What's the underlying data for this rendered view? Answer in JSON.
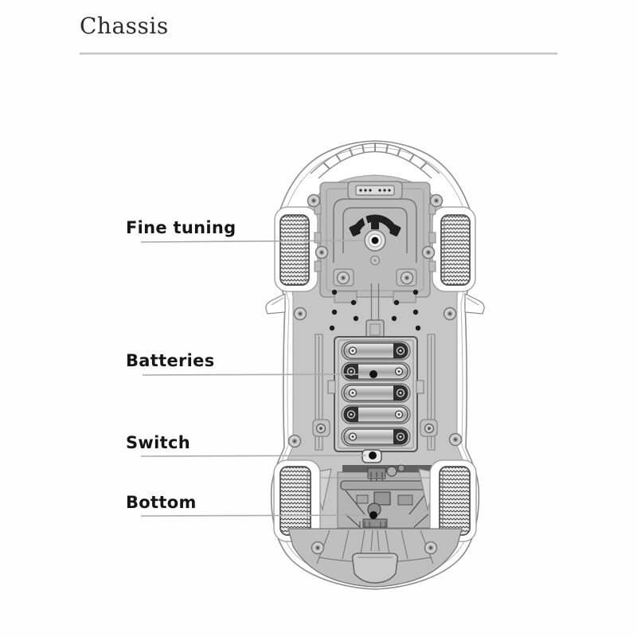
{
  "page": {
    "title": "Chassis"
  },
  "figure": {
    "description": "Bottom view of RC car chassis with callout labels",
    "labels": [
      {
        "text": "Fine tuning"
      },
      {
        "text": "Batteries"
      },
      {
        "text": "Switch"
      },
      {
        "text": "Bottom"
      }
    ]
  },
  "colors": {
    "background": "#fefefe",
    "chassis_gray": "#c6c6c6",
    "plate_gray": "#bcbcbc",
    "outline": "#8c8c8c",
    "detail_dark": "#1f1f1f",
    "leader_line": "#ababab",
    "label_text": "#161616",
    "title_text": "#2b2b2b",
    "rule": "#c6c6c6"
  }
}
